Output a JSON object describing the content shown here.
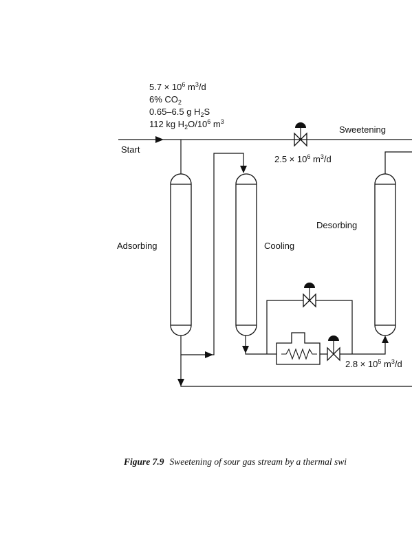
{
  "feed": {
    "flow": "5.7 × 10",
    "flow_exp": "6",
    "flow_unit": " m",
    "flow_unit_exp": "3",
    "flow_unit_tail": "/d",
    "co2_pre": "6% CO",
    "co2_sub": "2",
    "h2s_pre": "0.65–6.5 g H",
    "h2s_sub": "2",
    "h2s_post": "S",
    "water_pre": "112 kg H",
    "water_sub": "2",
    "water_mid": "O/10",
    "water_exp": "6",
    "water_unit": " m",
    "water_unit_exp": "3"
  },
  "labels": {
    "start": "Start",
    "sweetening": "Sweetening",
    "adsorbing": "Adsorbing",
    "cooling": "Cooling",
    "desorbing": "Desorbing"
  },
  "flow_main": {
    "a": "2.5 × 10",
    "exp": "6",
    "b": " m",
    "exp2": "3",
    "c": "/d"
  },
  "flow_regen": {
    "a": "2.8 × 10",
    "exp": "5",
    "b": " m",
    "exp2": "3",
    "c": "/d"
  },
  "caption": {
    "figure": "Figure  7.9",
    "text": "Sweetening of sour gas stream by a thermal swi"
  }
}
